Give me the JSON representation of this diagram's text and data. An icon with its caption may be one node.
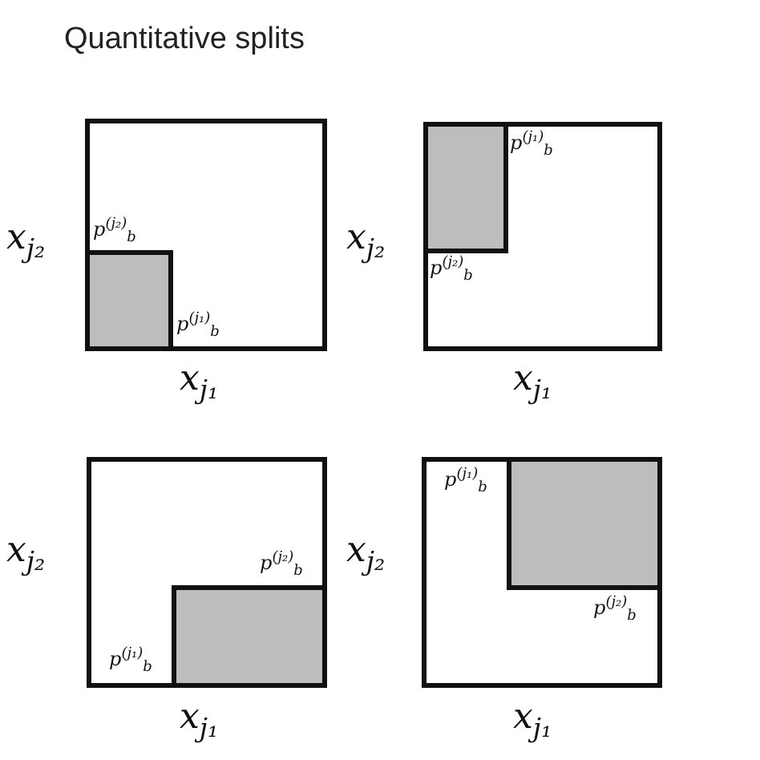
{
  "diagram": {
    "title": "Quantitative splits",
    "nodes": [
      {
        "text": [],
        "shape": "box"
      },
      {
        "text": [],
        "shape": "box",
        "in": 0
      },
      {
        "text": [],
        "shape": "box"
      },
      {
        "text": [],
        "shape": "box",
        "in": 2
      },
      {
        "text": [],
        "shape": "box"
      },
      {
        "text": [],
        "shape": "box",
        "in": 4
      },
      {
        "text": [],
        "shape": "box"
      },
      {
        "text": [],
        "shape": "box",
        "in": 6
      }
    ],
    "labels": [
      "x$_{j₂}$",
      "p$^{(j₂)}$$_{b}$",
      "p$^{(j₁)}$$_{b}$",
      "x$_{j₁}$",
      "p$^{(j₁)}$$_{b}$",
      "x$_{j₂}$",
      "p$^{(j₂)}$$_{b}$",
      "x$_{j₁}$",
      "x$_{j₂}$",
      "p$^{(j₂)}$$_{b}$",
      "p$^{(j₁)}$$_{b}$",
      "x$_{j₁}$",
      "p$^{(j₁)}$$_{b}$",
      "x$_{j₂}$",
      "p$^{(j₂)}$$_{b}$",
      "x$_{j₁}$"
    ]
  }
}
